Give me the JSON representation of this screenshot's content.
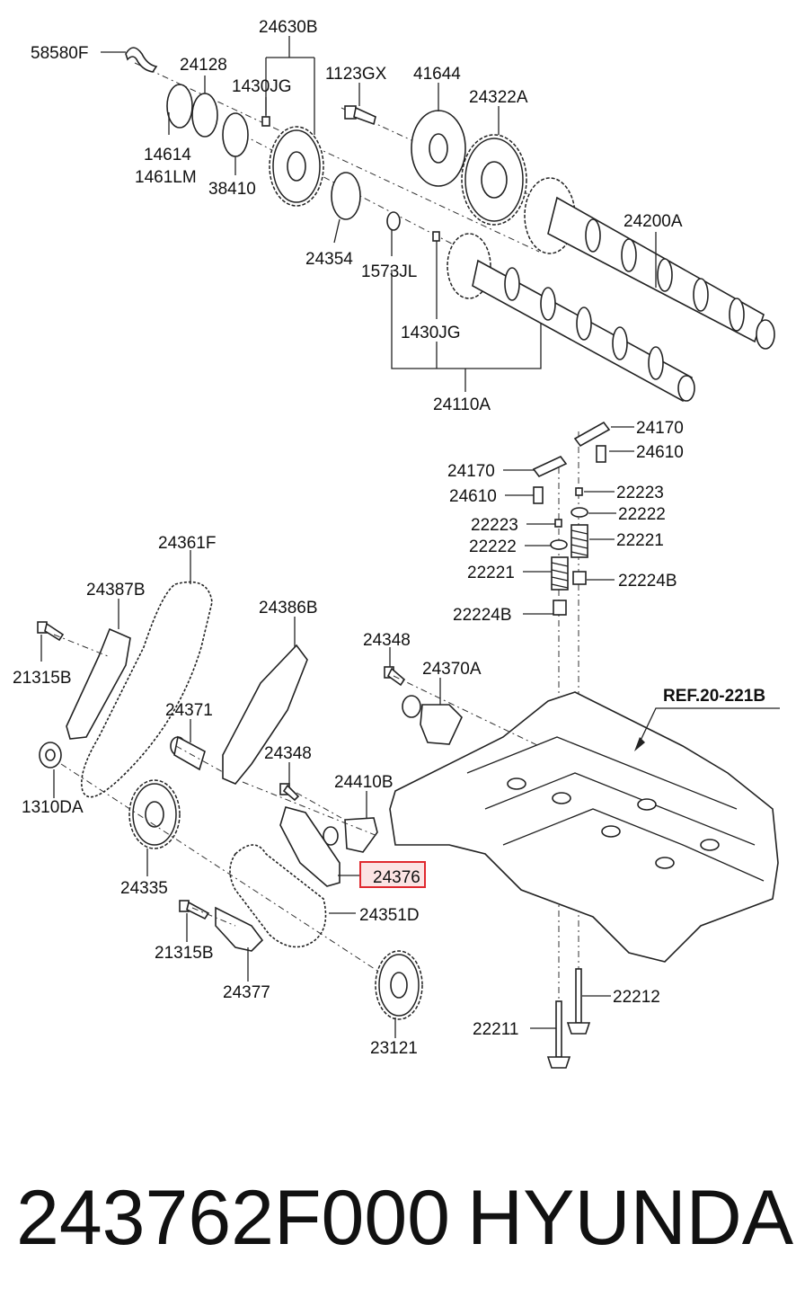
{
  "labels": [
    {
      "text": "58580F"
    },
    {
      "text": "24128"
    },
    {
      "text": "24630B"
    },
    {
      "text": "1430JG"
    },
    {
      "text": "1123GX"
    },
    {
      "text": "41644"
    },
    {
      "text": "24322A"
    },
    {
      "text": "14614"
    },
    {
      "text": "1461LM"
    },
    {
      "text": "38410"
    },
    {
      "text": "24200A"
    },
    {
      "text": "24354"
    },
    {
      "text": "1573JL"
    },
    {
      "text": "1430JG"
    },
    {
      "text": "24110A"
    },
    {
      "text": "24170"
    },
    {
      "text": "24610"
    },
    {
      "text": "24170"
    },
    {
      "text": "24610"
    },
    {
      "text": "22223"
    },
    {
      "text": "22223"
    },
    {
      "text": "22222"
    },
    {
      "text": "22222"
    },
    {
      "text": "22221"
    },
    {
      "text": "22221"
    },
    {
      "text": "22224B"
    },
    {
      "text": "22224B"
    },
    {
      "text": "24361F"
    },
    {
      "text": "24387B"
    },
    {
      "text": "24386B"
    },
    {
      "text": "24348"
    },
    {
      "text": "24370A"
    },
    {
      "text": "21315B"
    },
    {
      "text": "24371"
    },
    {
      "text": "24348"
    },
    {
      "text": "24410B"
    },
    {
      "text": "1310DA"
    },
    {
      "text": "24376"
    },
    {
      "text": "24335"
    },
    {
      "text": "24351D"
    },
    {
      "text": "21315B"
    },
    {
      "text": "24377"
    },
    {
      "text": "22212"
    },
    {
      "text": "22211"
    },
    {
      "text": "23121"
    }
  ],
  "reference": "REF.20-221B",
  "highlight": {
    "label": "24376",
    "color": "#e0282e"
  },
  "footer": {
    "part_number": "243762F000",
    "brand": "HYUNDAI"
  }
}
